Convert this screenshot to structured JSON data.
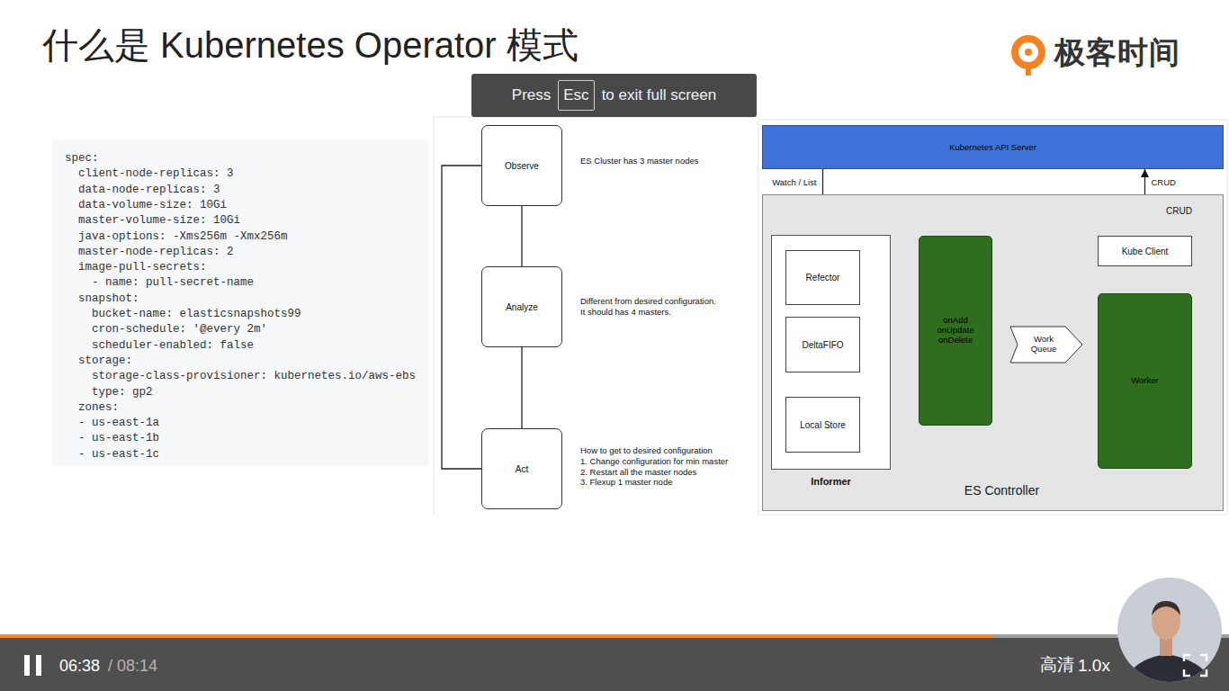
{
  "diagram": {
    "title": "什么是 Kubernetes Operator 模式",
    "nodes": [
      {
        "text": [
          "Observe"
        ]
      },
      {
        "text": [
          "Analyze"
        ]
      },
      {
        "text": [
          "Act"
        ]
      },
      {
        "text": [
          "Kubernetes API Server"
        ]
      },
      {
        "text": [
          "ES Controller"
        ]
      },
      {
        "text": [
          "Informer"
        ],
        "in": 4
      },
      {
        "text": [
          "Refector"
        ],
        "in": 5
      },
      {
        "text": [
          "DeltaFIFO"
        ],
        "in": 5
      },
      {
        "text": [
          "Local Store"
        ],
        "in": 5
      },
      {
        "text": [
          "onAdd onUpdate onDelete"
        ],
        "in": 4
      },
      {
        "text": [
          "Work Queue"
        ],
        "in": 4
      },
      {
        "text": [
          "Kube Client"
        ],
        "in": 4
      },
      {
        "text": [
          "Worker"
        ],
        "in": 4
      }
    ],
    "edges": [
      {
        "from": 0,
        "to": 1,
        "arrow": "none"
      },
      {
        "from": 1,
        "to": 2,
        "arrow": "none"
      },
      {
        "from": 2,
        "to": 0,
        "arrow": "none"
      },
      {
        "from": 3,
        "to": 6,
        "label": "Watch / List",
        "arrow": "to"
      },
      {
        "from": 6,
        "to": 7,
        "arrow": "to"
      },
      {
        "from": 7,
        "to": 8,
        "arrow": "to"
      },
      {
        "from": 7,
        "to": 9,
        "arrow": "to"
      },
      {
        "from": 8,
        "to": 12,
        "arrow": "to"
      },
      {
        "from": 12,
        "to": 11,
        "arrow": "none"
      },
      {
        "from": 11,
        "to": 3,
        "label": "CRUD",
        "arrow": "to"
      }
    ],
    "labels": [
      "Press",
      "Esc",
      "to exit full screen",
      "极客时间",
      "spec:",
      "  client-node-replicas: 3",
      "  data-node-replicas: 3",
      "  data-volume-size: 10Gi",
      "  master-volume-size: 10Gi",
      "  java-options: -Xms256m -Xmx256m",
      "  master-node-replicas: 2",
      "  image-pull-secrets:",
      "    - name: pull-secret-name",
      "  snapshot:",
      "    bucket-name: elasticsnapshots99",
      "    cron-schedule: '@every 2m'",
      "    scheduler-enabled: false",
      "  storage:",
      "    storage-class-provisioner: kubernetes.io/aws-ebs",
      "    type: gp2",
      "  zones:",
      "  - us-east-1a",
      "  - us-east-1b",
      "  - us-east-1c",
      "ES Cluster has 3 master nodes",
      "Different from desired configuration.",
      "It should has 4 masters.",
      "How to get to desired configuration",
      "1. Change configuration for min master",
      "2. Restart all the master nodes",
      "3. Flexup 1 master node",
      "CRUD",
      "06:38",
      "/ 08:14",
      "高清",
      "1.0x"
    ]
  }
}
